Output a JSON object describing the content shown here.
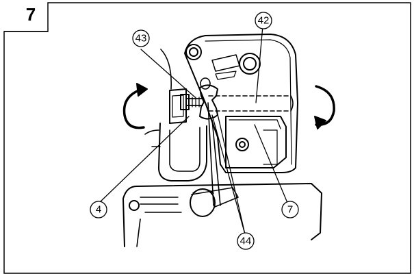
{
  "step_number": "7",
  "callouts": {
    "c42": "42",
    "c43": "43",
    "c4": "4",
    "c7": "7",
    "c44": "44"
  }
}
